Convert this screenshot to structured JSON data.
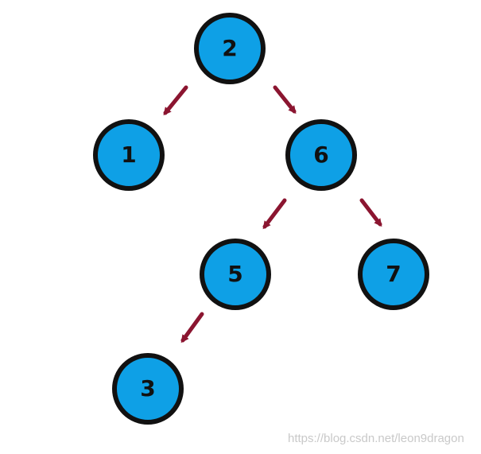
{
  "diagram": {
    "type": "binary-tree",
    "colors": {
      "node_fill": "#0ea0e6",
      "node_stroke": "#111111",
      "arrow": "#8b1530",
      "label": "#111111"
    },
    "nodes": [
      {
        "id": "n2",
        "label": "2"
      },
      {
        "id": "n1",
        "label": "1"
      },
      {
        "id": "n6",
        "label": "6"
      },
      {
        "id": "n5",
        "label": "5"
      },
      {
        "id": "n7",
        "label": "7"
      },
      {
        "id": "n3",
        "label": "3"
      }
    ],
    "edges": [
      {
        "from": "n2",
        "to": "n1"
      },
      {
        "from": "n2",
        "to": "n6"
      },
      {
        "from": "n6",
        "to": "n5"
      },
      {
        "from": "n6",
        "to": "n7"
      },
      {
        "from": "n5",
        "to": "n3"
      }
    ]
  },
  "watermark": "https://blog.csdn.net/leon9dragon"
}
